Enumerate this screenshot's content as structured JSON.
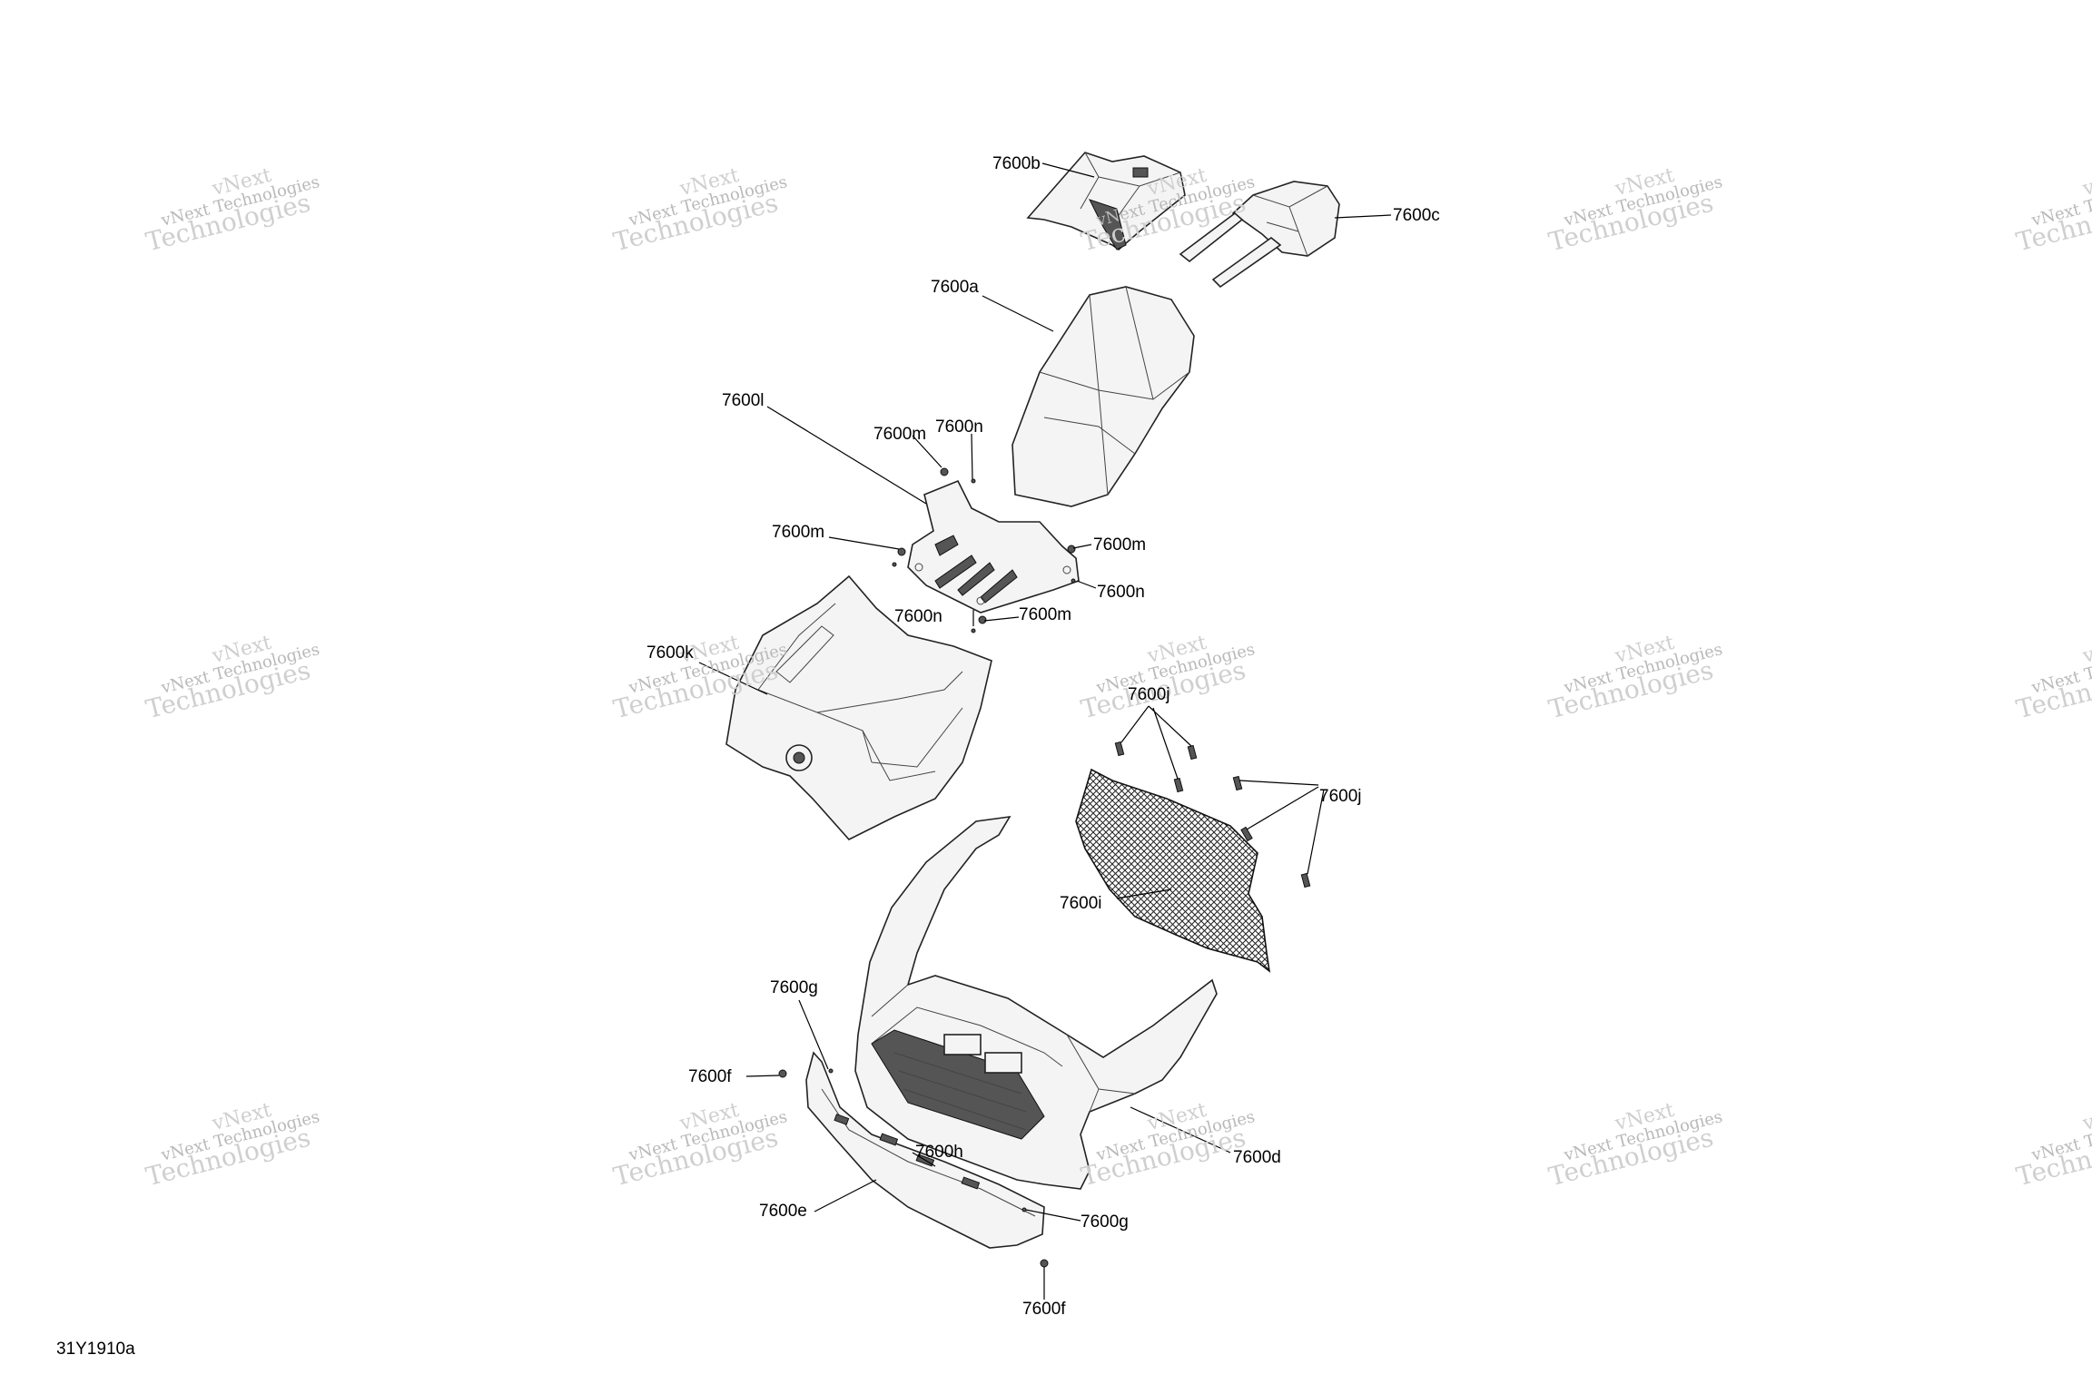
{
  "figure_id": "31Y1910a",
  "watermark": {
    "line1": "vNext Technologies",
    "line2": "Technologies",
    "line3": "vNext"
  },
  "callouts": {
    "c7600a": "7600a",
    "c7600b": "7600b",
    "c7600c": "7600c",
    "c7600d": "7600d",
    "c7600e": "7600e",
    "c7600f_1": "7600f",
    "c7600f_2": "7600f",
    "c7600g_1": "7600g",
    "c7600g_2": "7600g",
    "c7600h": "7600h",
    "c7600i": "7600i",
    "c7600j_1": "7600j",
    "c7600j_2": "7600j",
    "c7600k": "7600k",
    "c7600l": "7600l",
    "c7600m_1": "7600m",
    "c7600m_2": "7600m",
    "c7600m_3": "7600m",
    "c7600m_4": "7600m",
    "c7600n_1": "7600n",
    "c7600n_2": "7600n",
    "c7600n_3": "7600n"
  }
}
